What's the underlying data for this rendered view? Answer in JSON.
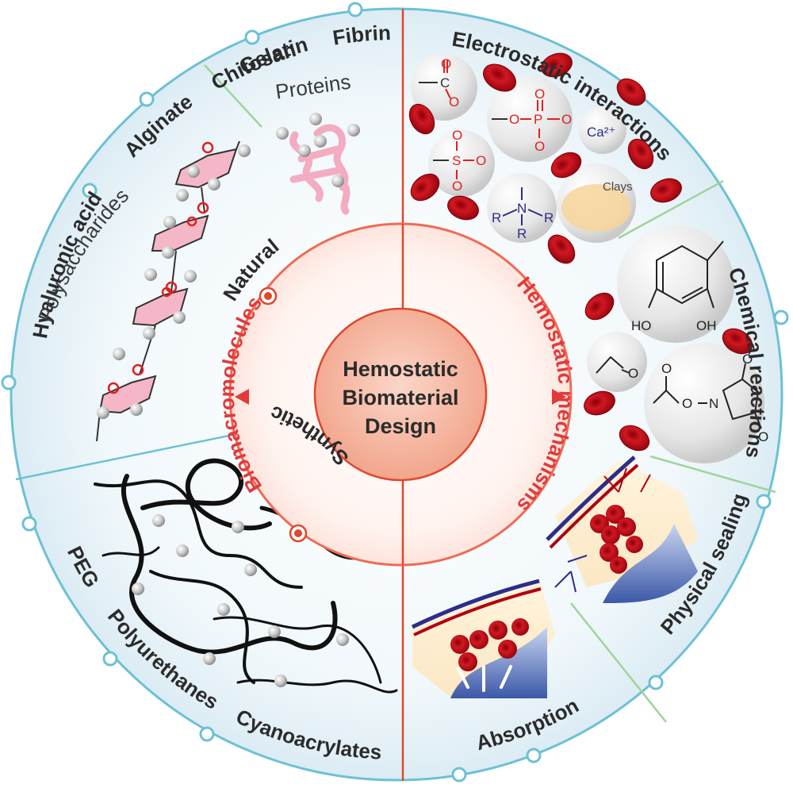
{
  "center": {
    "line1": "Hemostatic",
    "line2": "Biomaterial",
    "line3": "Design"
  },
  "inner_ring": {
    "left_label": "Biomacromolecules",
    "right_label": "Hemostatic mechanisms"
  },
  "natural_label": "Natural",
  "synthetic_label": "Synthetic",
  "natural": {
    "polysaccharides_label": "Polysaccharides",
    "proteins_label": "Proteins",
    "items": [
      "Hyaluronic acid",
      "Alginate",
      "Chitosan",
      "Gelatin",
      "Fibrin"
    ]
  },
  "synthetic": {
    "items": [
      "PEG",
      "Polyurethanes",
      "Cyanoacrylates"
    ]
  },
  "mechanisms": {
    "electrostatic": "Electrostatic interactions",
    "chemical": "Chemical reactions",
    "physical": "Physical sealing",
    "absorption": "Absorption"
  },
  "chem_labels": {
    "ca": "Ca²⁺",
    "clays": "Clays",
    "ho_left": "HO",
    "oh_right": "OH",
    "o": "O",
    "n": "N",
    "r": "R",
    "s": "S",
    "p": "P",
    "c": "C"
  },
  "colors": {
    "ring_outline": "#6cc1d4",
    "divider_red": "#e0472c",
    "divider_green": "#9fd49a",
    "salmon_ring": "#f06a56",
    "center_fill": "#f7b5a1",
    "label_red": "#e23a3a",
    "rbc_red": "#c8101a"
  }
}
